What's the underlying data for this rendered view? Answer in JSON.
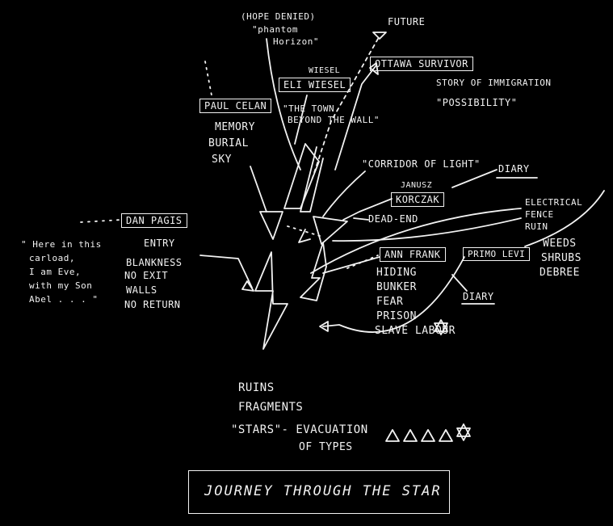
{
  "title": "JOURNEY THROUGH THE STAR",
  "top_note": {
    "line1": "(HOPE DENIED)",
    "line2": "\"phantom",
    "line3": "Horizon\""
  },
  "future": "FUTURE",
  "ottawa": {
    "box": "OTTAWA SURVIVOR",
    "note1": "STORY OF IMMIGRATION",
    "note2": "\"POSSIBILITY\""
  },
  "wiesel": {
    "small": "WIESEL",
    "box": "ELI WIESEL",
    "quote1": "\"THE TOWN",
    "quote2": "BEYOND THE WALL\""
  },
  "celan": {
    "box": "PAUL CELAN",
    "items": [
      "MEMORY",
      "BURIAL",
      "SKY"
    ]
  },
  "corridor": "\"CORRIDOR OF LIGHT\"",
  "diary_top": "DIARY",
  "korczak": {
    "small": "JANUSZ",
    "box": "KORCZAK",
    "dead_end": "DEAD-END"
  },
  "fence": {
    "line1": "ELECTRICAL",
    "line2": "FENCE",
    "line3": "RUIN"
  },
  "weeds": [
    "WEEDS",
    "SHRUBS",
    "DEBREE"
  ],
  "pagis": {
    "box": "DAN PAGIS",
    "entry": "ENTRY",
    "items": [
      "BLANKNESS",
      "NO EXIT",
      "WALLS",
      "NO RETURN"
    ]
  },
  "quote_left": {
    "line1": "\" Here in this",
    "line2": "carload,",
    "line3": "I am Eve,",
    "line4": "with my Son",
    "line5": "Abel . . . \""
  },
  "frank": {
    "box": "ANN FRANK",
    "levi_box": "PRIMO LEVI",
    "items": [
      "HIDING",
      "BUNKER",
      "FEAR",
      "PRISON",
      "SLAVE LABOUR"
    ],
    "diary": "DIARY"
  },
  "bottom": {
    "ruins": "RUINS",
    "fragments": "FRAGMENTS",
    "stars1": "\"STARS\"- EVACUATION",
    "stars2": "OF TYPES"
  }
}
